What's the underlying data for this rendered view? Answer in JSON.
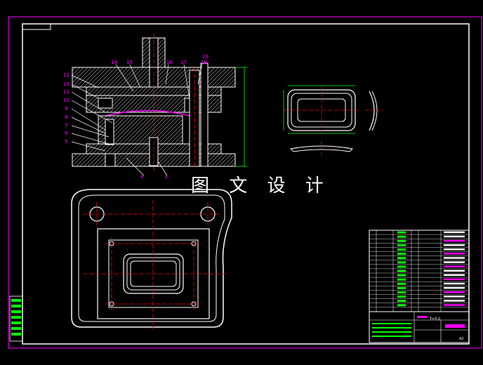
{
  "watermark": "图 文 设 计",
  "callouts_left": [
    "12",
    "13",
    "11",
    "10",
    "9",
    "8",
    "7",
    "6",
    "5"
  ],
  "callouts_top": [
    "14",
    "15",
    "16",
    "17",
    "18",
    "19"
  ],
  "callouts_bottom": [
    "4",
    "3"
  ],
  "title_block": {
    "scale": "T=5.0",
    "sheet": "A2"
  },
  "colors": {
    "background": "#000000",
    "frame": "#ffffff",
    "outline": "#ff00ff",
    "part": "#ffffff",
    "centerline": "#ff0000",
    "dimension": "#00ff00",
    "hatch": "#ffffff",
    "callout": "#ff00ff"
  }
}
